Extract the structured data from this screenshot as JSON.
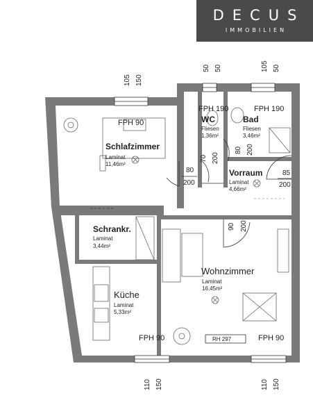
{
  "brand": {
    "name": "DECUS",
    "sub": "IMMOBILIEN"
  },
  "rooms": {
    "schlafzimmer": {
      "name": "Schlafzimmer",
      "floor": "Laminat",
      "area": "11,46m²"
    },
    "wc": {
      "name": "WC",
      "floor": "Fliesen",
      "area": "1,36m²"
    },
    "bad": {
      "name": "Bad",
      "floor": "Fliesen",
      "area": "3,46m²"
    },
    "vorraum": {
      "name": "Vorraum",
      "floor": "Laminat",
      "area": "4,66m²"
    },
    "schrank": {
      "name": "Schrankr.",
      "floor": "Laminat",
      "area": "3,44m²"
    },
    "wohnzimmer": {
      "name": "Wohnzimmer",
      "floor": "Laminat",
      "area": "16,45m²"
    },
    "kueche": {
      "name": "Küche",
      "floor": "Laminat",
      "area": "5,33m²"
    }
  },
  "labels": {
    "fph_schlaf": "FPH 90",
    "fph_wc": "FPH 190",
    "fph_bad": "FPH 190",
    "fph_kueche": "FPH 90",
    "fph_wohn": "FPH 90",
    "rh": "RH 297"
  },
  "dims": {
    "top_left_a": "105",
    "top_left_b": "150",
    "top_mid_a": "50",
    "top_mid_b": "50",
    "top_right_a": "105",
    "top_right_b": "50",
    "bot_left_a": "110",
    "bot_left_b": "150",
    "bot_right_a": "110",
    "bot_right_b": "150",
    "door_schlaf_w": "80",
    "door_schlaf_h": "200",
    "door_wc_w": "70",
    "door_wc_h": "200",
    "door_bad_w": "80",
    "door_bad_h": "200",
    "door_entry_w": "85",
    "door_entry_h": "200",
    "door_wohn_w": "90",
    "door_wohn_h": "200"
  }
}
